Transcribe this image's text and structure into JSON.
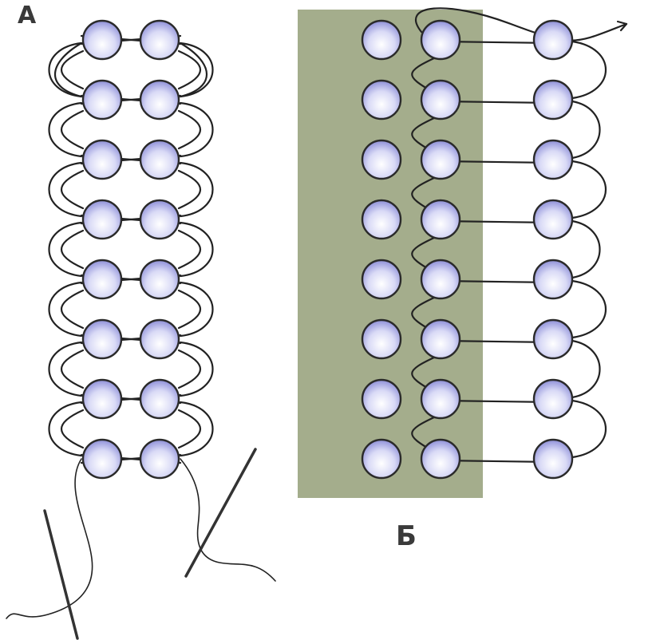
{
  "panels": [
    {
      "label": "А"
    },
    {
      "label": "Б"
    }
  ],
  "colors": {
    "background": "#ffffff",
    "fabric": "#a4ad8c",
    "bead_fill_center": "#ffffff",
    "bead_fill_edge": "#8e8fd8",
    "bead_outline": "#2a2a2a",
    "thread": "#222222",
    "needle": "#333333"
  },
  "icons": [
    "bead-icon",
    "needle-icon",
    "thread-line"
  ]
}
